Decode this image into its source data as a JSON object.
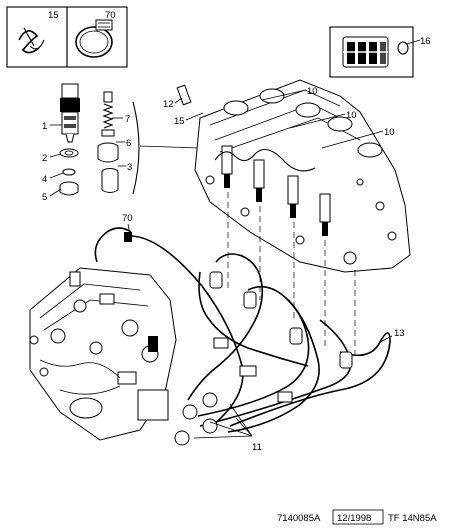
{
  "callouts": {
    "c1": "1",
    "c2": "2",
    "c3": "3",
    "c4": "4",
    "c5": "5",
    "c6": "6",
    "c7": "7",
    "c10a": "10",
    "c10b": "10",
    "c10c": "10",
    "c11": "11",
    "c12": "12",
    "c13": "13",
    "c15": "15",
    "c16": "16",
    "c70": "70"
  },
  "insets": {
    "inset_15_label": "15",
    "inset_70_label": "70"
  },
  "footer": {
    "ref_code": "7140085A",
    "date": "12/1998",
    "tf_code": "TF 14N85A"
  }
}
